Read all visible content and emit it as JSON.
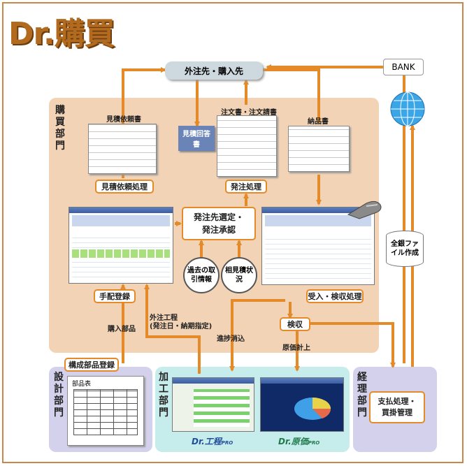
{
  "logo": {
    "text": "Dr.購買"
  },
  "nodes": {
    "supplier": "外注先・購入先",
    "bank": "BANK",
    "quote_request_doc": "見積依頼書",
    "quote_answer_doc": "見積回答書",
    "order_doc": "注文書・注文請書",
    "delivery_doc": "納品書",
    "quote_request_process": "見積依頼処理",
    "order_process": "発注処理",
    "select_approve": "発注先選定・発注承認",
    "past_trade_info": "過去の取引情報",
    "competitive_quote": "相見積状況",
    "receive_inspect": "受入・検収処理",
    "arrangement": "手配登録",
    "all_bank_file": "全銀ファイル作成",
    "inspection": "検収",
    "bom_register": "構成部品登録",
    "parts_list": "部品表",
    "payment": "支払処理・買掛管理"
  },
  "arrow_labels": {
    "purchased_parts": "購入部品",
    "outsourced_process": "外注工程",
    "outsourced_process_note": "(発注日・納期指定)",
    "progress_clear": "進捗消込",
    "cost_posting": "原価計上"
  },
  "sections": {
    "purchasing": "購買部門",
    "design": "設計部門",
    "processing": "加工部門",
    "accounting": "経理部門"
  },
  "products": {
    "koutei": "Dr.工程",
    "koutei_suffix": "PRO",
    "genka": "Dr.原価",
    "genka_suffix": "PRO"
  },
  "colors": {
    "arrow": "#e48a28",
    "logo": "#b26a1f",
    "supplier_box": "#cdd8df",
    "purchasing_zone": "#f2d3b5",
    "processing_zone": "#c7ecec",
    "design_zone": "#d4d1ec"
  }
}
